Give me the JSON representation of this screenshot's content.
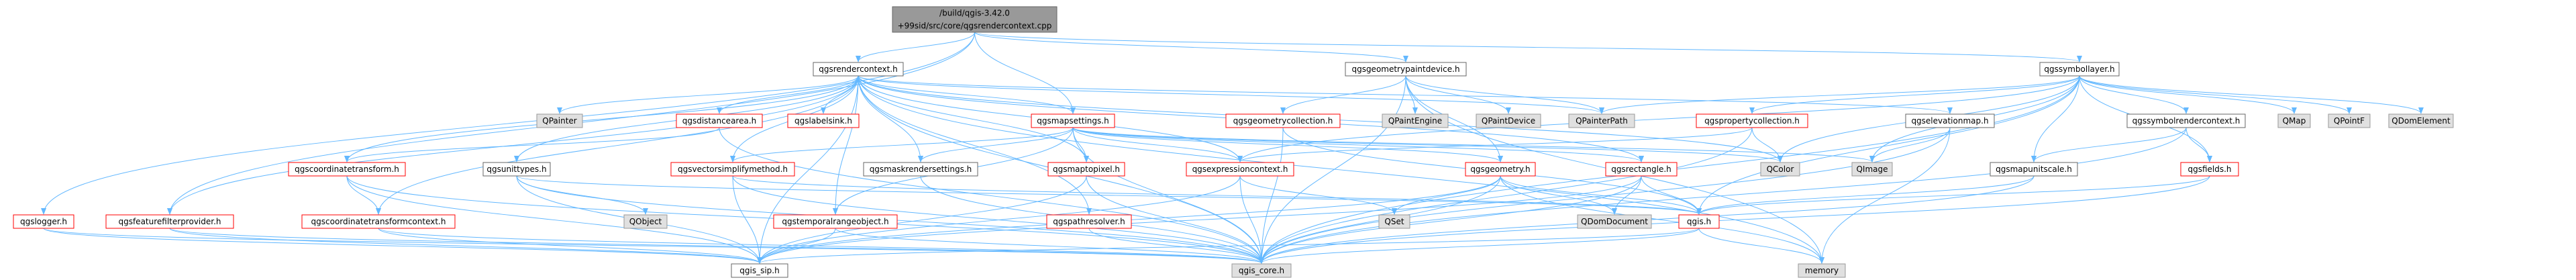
{
  "colors": {
    "root_fill": "#999999",
    "root_stroke": "#666666",
    "local_fill": "#ffffff",
    "local_stroke": "#666666",
    "red_fill": "#ffffff",
    "red_stroke": "#ff0000",
    "ext_fill": "#e0e0e0",
    "ext_stroke": "#999999",
    "edge": "#63b8ff"
  },
  "nodes": [
    {
      "id": "root",
      "label": "/build/qgis-3.42.0\n+99sid/src/core/qgsrendercontext.cpp",
      "kind": "root"
    },
    {
      "id": "qgsrendercontext",
      "label": "qgsrendercontext.h",
      "kind": "local"
    },
    {
      "id": "qgsgeometrypaintdevice",
      "label": "qgsgeometrypaintdevice.h",
      "kind": "local"
    },
    {
      "id": "qgssymbollayer",
      "label": "qgssymbollayer.h",
      "kind": "local"
    },
    {
      "id": "qpainter",
      "label": "QPainter",
      "kind": "ext"
    },
    {
      "id": "qgsdistancearea",
      "label": "qgsdistancearea.h",
      "kind": "red"
    },
    {
      "id": "qgslabelsink",
      "label": "qgslabelsink.h",
      "kind": "red"
    },
    {
      "id": "qgsmapsettings",
      "label": "qgsmapsettings.h",
      "kind": "red"
    },
    {
      "id": "qgsgeometrycollection",
      "label": "qgsgeometrycollection.h",
      "kind": "red"
    },
    {
      "id": "qpaintengine",
      "label": "QPaintEngine",
      "kind": "ext"
    },
    {
      "id": "qpaintdevice",
      "label": "QPaintDevice",
      "kind": "ext"
    },
    {
      "id": "qpainterpath",
      "label": "QPainterPath",
      "kind": "ext"
    },
    {
      "id": "qgspropertycollection",
      "label": "qgspropertycollection.h",
      "kind": "red"
    },
    {
      "id": "qgselevationmap",
      "label": "qgselevationmap.h",
      "kind": "local"
    },
    {
      "id": "qgssymbolrendercontext",
      "label": "qgssymbolrendercontext.h",
      "kind": "local"
    },
    {
      "id": "qmap",
      "label": "QMap",
      "kind": "ext"
    },
    {
      "id": "qpointf",
      "label": "QPointF",
      "kind": "ext"
    },
    {
      "id": "qdomelement",
      "label": "QDomElement",
      "kind": "ext"
    },
    {
      "id": "qgscoordinatetransform",
      "label": "qgscoordinatetransform.h",
      "kind": "red"
    },
    {
      "id": "qgsunittypes",
      "label": "qgsunittypes.h",
      "kind": "local"
    },
    {
      "id": "qgsvectorsimplifymethod",
      "label": "qgsvectorsimplifymethod.h",
      "kind": "red"
    },
    {
      "id": "qgsmaskrendersettings",
      "label": "qgsmaskrendersettings.h",
      "kind": "local"
    },
    {
      "id": "qgsmaptopixel",
      "label": "qgsmaptopixel.h",
      "kind": "red"
    },
    {
      "id": "qgsexpressioncontext",
      "label": "qgsexpressioncontext.h",
      "kind": "red"
    },
    {
      "id": "qgsgeometry",
      "label": "qgsgeometry.h",
      "kind": "red"
    },
    {
      "id": "qgsrectangle",
      "label": "qgsrectangle.h",
      "kind": "red"
    },
    {
      "id": "qcolor",
      "label": "QColor",
      "kind": "ext"
    },
    {
      "id": "qimage",
      "label": "QImage",
      "kind": "ext"
    },
    {
      "id": "qgsmapunitscale",
      "label": "qgsmapunitscale.h",
      "kind": "local"
    },
    {
      "id": "qgsfields",
      "label": "qgsfields.h",
      "kind": "red"
    },
    {
      "id": "qgslogger",
      "label": "qgslogger.h",
      "kind": "red"
    },
    {
      "id": "qgsfeaturefilterprovider",
      "label": "qgsfeaturefilterprovider.h",
      "kind": "red"
    },
    {
      "id": "qgscoordinatetransformcontext",
      "label": "qgscoordinatetransformcontext.h",
      "kind": "red"
    },
    {
      "id": "qobject",
      "label": "QObject",
      "kind": "ext"
    },
    {
      "id": "qgstemporalrangeobject",
      "label": "qgstemporalrangeobject.h",
      "kind": "red"
    },
    {
      "id": "qgspathresolver",
      "label": "qgspathresolver.h",
      "kind": "red"
    },
    {
      "id": "qset",
      "label": "QSet",
      "kind": "ext"
    },
    {
      "id": "qdomdocument",
      "label": "QDomDocument",
      "kind": "ext"
    },
    {
      "id": "qgis",
      "label": "qgis.h",
      "kind": "red"
    },
    {
      "id": "qgis_sip",
      "label": "qgis_sip.h",
      "kind": "local"
    },
    {
      "id": "qgis_core",
      "label": "qgis_core.h",
      "kind": "ext"
    },
    {
      "id": "memory",
      "label": "memory",
      "kind": "ext"
    }
  ],
  "edges": [
    [
      "root",
      "qgsrendercontext"
    ],
    [
      "root",
      "qgsgeometrypaintdevice"
    ],
    [
      "root",
      "qgssymbollayer"
    ],
    [
      "root",
      "qgsmapsettings"
    ],
    [
      "root",
      "qgslogger"
    ],
    [
      "root",
      "qgsfeaturefilterprovider"
    ],
    [
      "qgsrendercontext",
      "qpainter"
    ],
    [
      "qgsrendercontext",
      "qgsdistancearea"
    ],
    [
      "qgsrendercontext",
      "qgslabelsink"
    ],
    [
      "qgsrendercontext",
      "qgsmapsettings"
    ],
    [
      "qgsrendercontext",
      "qgscoordinatetransform"
    ],
    [
      "qgsrendercontext",
      "qgsunittypes"
    ],
    [
      "qgsrendercontext",
      "qgsvectorsimplifymethod"
    ],
    [
      "qgsrendercontext",
      "qgsmaskrendersettings"
    ],
    [
      "qgsrendercontext",
      "qgsmaptopixel"
    ],
    [
      "qgsrendercontext",
      "qgsexpressioncontext"
    ],
    [
      "qgsrendercontext",
      "qgstemporalrangeobject"
    ],
    [
      "qgsrendercontext",
      "qgspathresolver"
    ],
    [
      "qgsrendercontext",
      "qgsfeaturefilterprovider"
    ],
    [
      "qgsrendercontext",
      "qgscoordinatetransformcontext"
    ],
    [
      "qgsrendercontext",
      "qgselevationmap"
    ],
    [
      "qgsrendercontext",
      "qpainterpath"
    ],
    [
      "qgsrendercontext",
      "qcolor"
    ],
    [
      "qgsrendercontext",
      "memory"
    ],
    [
      "qgsrendercontext",
      "qgis_sip"
    ],
    [
      "qgsrendercontext",
      "qgis_core"
    ],
    [
      "qgsrendercontext",
      "qgsrectangle"
    ],
    [
      "qgsgeometrypaintdevice",
      "qgsgeometrycollection"
    ],
    [
      "qgsgeometrypaintdevice",
      "qpaintengine"
    ],
    [
      "qgsgeometrypaintdevice",
      "qpaintdevice"
    ],
    [
      "qgsgeometrypaintdevice",
      "qpainterpath"
    ],
    [
      "qgsgeometrypaintdevice",
      "qgsgeometry"
    ],
    [
      "qgsgeometrypaintdevice",
      "qgis_core"
    ],
    [
      "qgsgeometrypaintdevice",
      "memory"
    ],
    [
      "qgssymbollayer",
      "qgspropertycollection"
    ],
    [
      "qgssymbollayer",
      "qgssymbolrendercontext"
    ],
    [
      "qgssymbollayer",
      "qmap"
    ],
    [
      "qgssymbollayer",
      "qpointf"
    ],
    [
      "qgssymbollayer",
      "qdomelement"
    ],
    [
      "qgssymbollayer",
      "qgsfields"
    ],
    [
      "qgssymbollayer",
      "qcolor"
    ],
    [
      "qgssymbollayer",
      "qpainterpath"
    ],
    [
      "qgssymbollayer",
      "qimage"
    ],
    [
      "qgssymbollayer",
      "qgis"
    ],
    [
      "qgssymbollayer",
      "qgis_core"
    ],
    [
      "qgssymbollayer",
      "qgsmapunitscale"
    ],
    [
      "qgssymbollayer",
      "qgsexpressioncontext"
    ],
    [
      "qgsdistancearea",
      "qgscoordinatetransform"
    ],
    [
      "qgsdistancearea",
      "qgis_core"
    ],
    [
      "qgsmapsettings",
      "qgsvectorsimplifymethod"
    ],
    [
      "qgsmapsettings",
      "qgsmaskrendersettings"
    ],
    [
      "qgsmapsettings",
      "qgsmaptopixel"
    ],
    [
      "qgsmapsettings",
      "qgsexpressioncontext"
    ],
    [
      "qgsmapsettings",
      "qgsgeometry"
    ],
    [
      "qgsmapsettings",
      "qgsrectangle"
    ],
    [
      "qgsmapsettings",
      "qcolor"
    ],
    [
      "qgsmapsettings",
      "qimage"
    ],
    [
      "qgsmapsettings",
      "qgstemporalrangeobject"
    ],
    [
      "qgsmapsettings",
      "qgis_core"
    ],
    [
      "qgsgeometrycollection",
      "qgis_core"
    ],
    [
      "qgsgeometrycollection",
      "qgis"
    ],
    [
      "qgspropertycollection",
      "qgsexpressioncontext"
    ],
    [
      "qgspropertycollection",
      "qcolor"
    ],
    [
      "qgspropertycollection",
      "qgis_core"
    ],
    [
      "qgselevationmap",
      "qimage"
    ],
    [
      "qgselevationmap",
      "memory"
    ],
    [
      "qgselevationmap",
      "qgis_core"
    ],
    [
      "qgssymbolrendercontext",
      "qgsmapunitscale"
    ],
    [
      "qgssymbolrendercontext",
      "qgsfields"
    ],
    [
      "qgssymbolrendercontext",
      "qgis_core"
    ],
    [
      "qgscoordinatetransform",
      "qgscoordinatetransformcontext"
    ],
    [
      "qgscoordinatetransform",
      "qgis_sip"
    ],
    [
      "qgscoordinatetransform",
      "qgis_core"
    ],
    [
      "qgsunittypes",
      "qobject"
    ],
    [
      "qgsunittypes",
      "qgis_sip"
    ],
    [
      "qgsunittypes",
      "qgis_core"
    ],
    [
      "qgsunittypes",
      "qgis"
    ],
    [
      "qgsvectorsimplifymethod",
      "qgis_sip"
    ],
    [
      "qgsvectorsimplifymethod",
      "qgis_core"
    ],
    [
      "qgsvectorsimplifymethod",
      "qgis"
    ],
    [
      "qgsmaskrendersettings",
      "qgis_core"
    ],
    [
      "qgsmaptopixel",
      "qgis_sip"
    ],
    [
      "qgsmaptopixel",
      "qgis_core"
    ],
    [
      "qgsexpressioncontext",
      "qset"
    ],
    [
      "qgsexpressioncontext",
      "qgis_sip"
    ],
    [
      "qgsexpressioncontext",
      "qgis_core"
    ],
    [
      "qgsgeometry",
      "qset"
    ],
    [
      "qgsgeometry",
      "qdomdocument"
    ],
    [
      "qgsgeometry",
      "qgis"
    ],
    [
      "qgsgeometry",
      "qgis_sip"
    ],
    [
      "qgsgeometry",
      "qgis_core"
    ],
    [
      "qgsgeometry",
      "memory"
    ],
    [
      "qgsrectangle",
      "qdomdocument"
    ],
    [
      "qgsrectangle",
      "qgis"
    ],
    [
      "qgsrectangle",
      "qgis_core"
    ],
    [
      "qgsrectangle",
      "qgis_sip"
    ],
    [
      "qgsmapunitscale",
      "qgis"
    ],
    [
      "qgsmapunitscale",
      "qgis_core"
    ],
    [
      "qgsfields",
      "qgis"
    ],
    [
      "qgsfields",
      "qgis_core"
    ],
    [
      "qgslogger",
      "qgis_sip"
    ],
    [
      "qgslogger",
      "qgis_core"
    ],
    [
      "qgsfeaturefilterprovider",
      "qgis_sip"
    ],
    [
      "qgsfeaturefilterprovider",
      "qgis_core"
    ],
    [
      "qgscoordinatetransformcontext",
      "qgis_sip"
    ],
    [
      "qgscoordinatetransformcontext",
      "qgis_core"
    ],
    [
      "qgstemporalrangeobject",
      "qgis_sip"
    ],
    [
      "qgstemporalrangeobject",
      "qgis_core"
    ],
    [
      "qgspathresolver",
      "qgis_core"
    ],
    [
      "qgis",
      "qgis_sip"
    ],
    [
      "qgis",
      "qgis_core"
    ],
    [
      "qgis",
      "memory"
    ]
  ]
}
